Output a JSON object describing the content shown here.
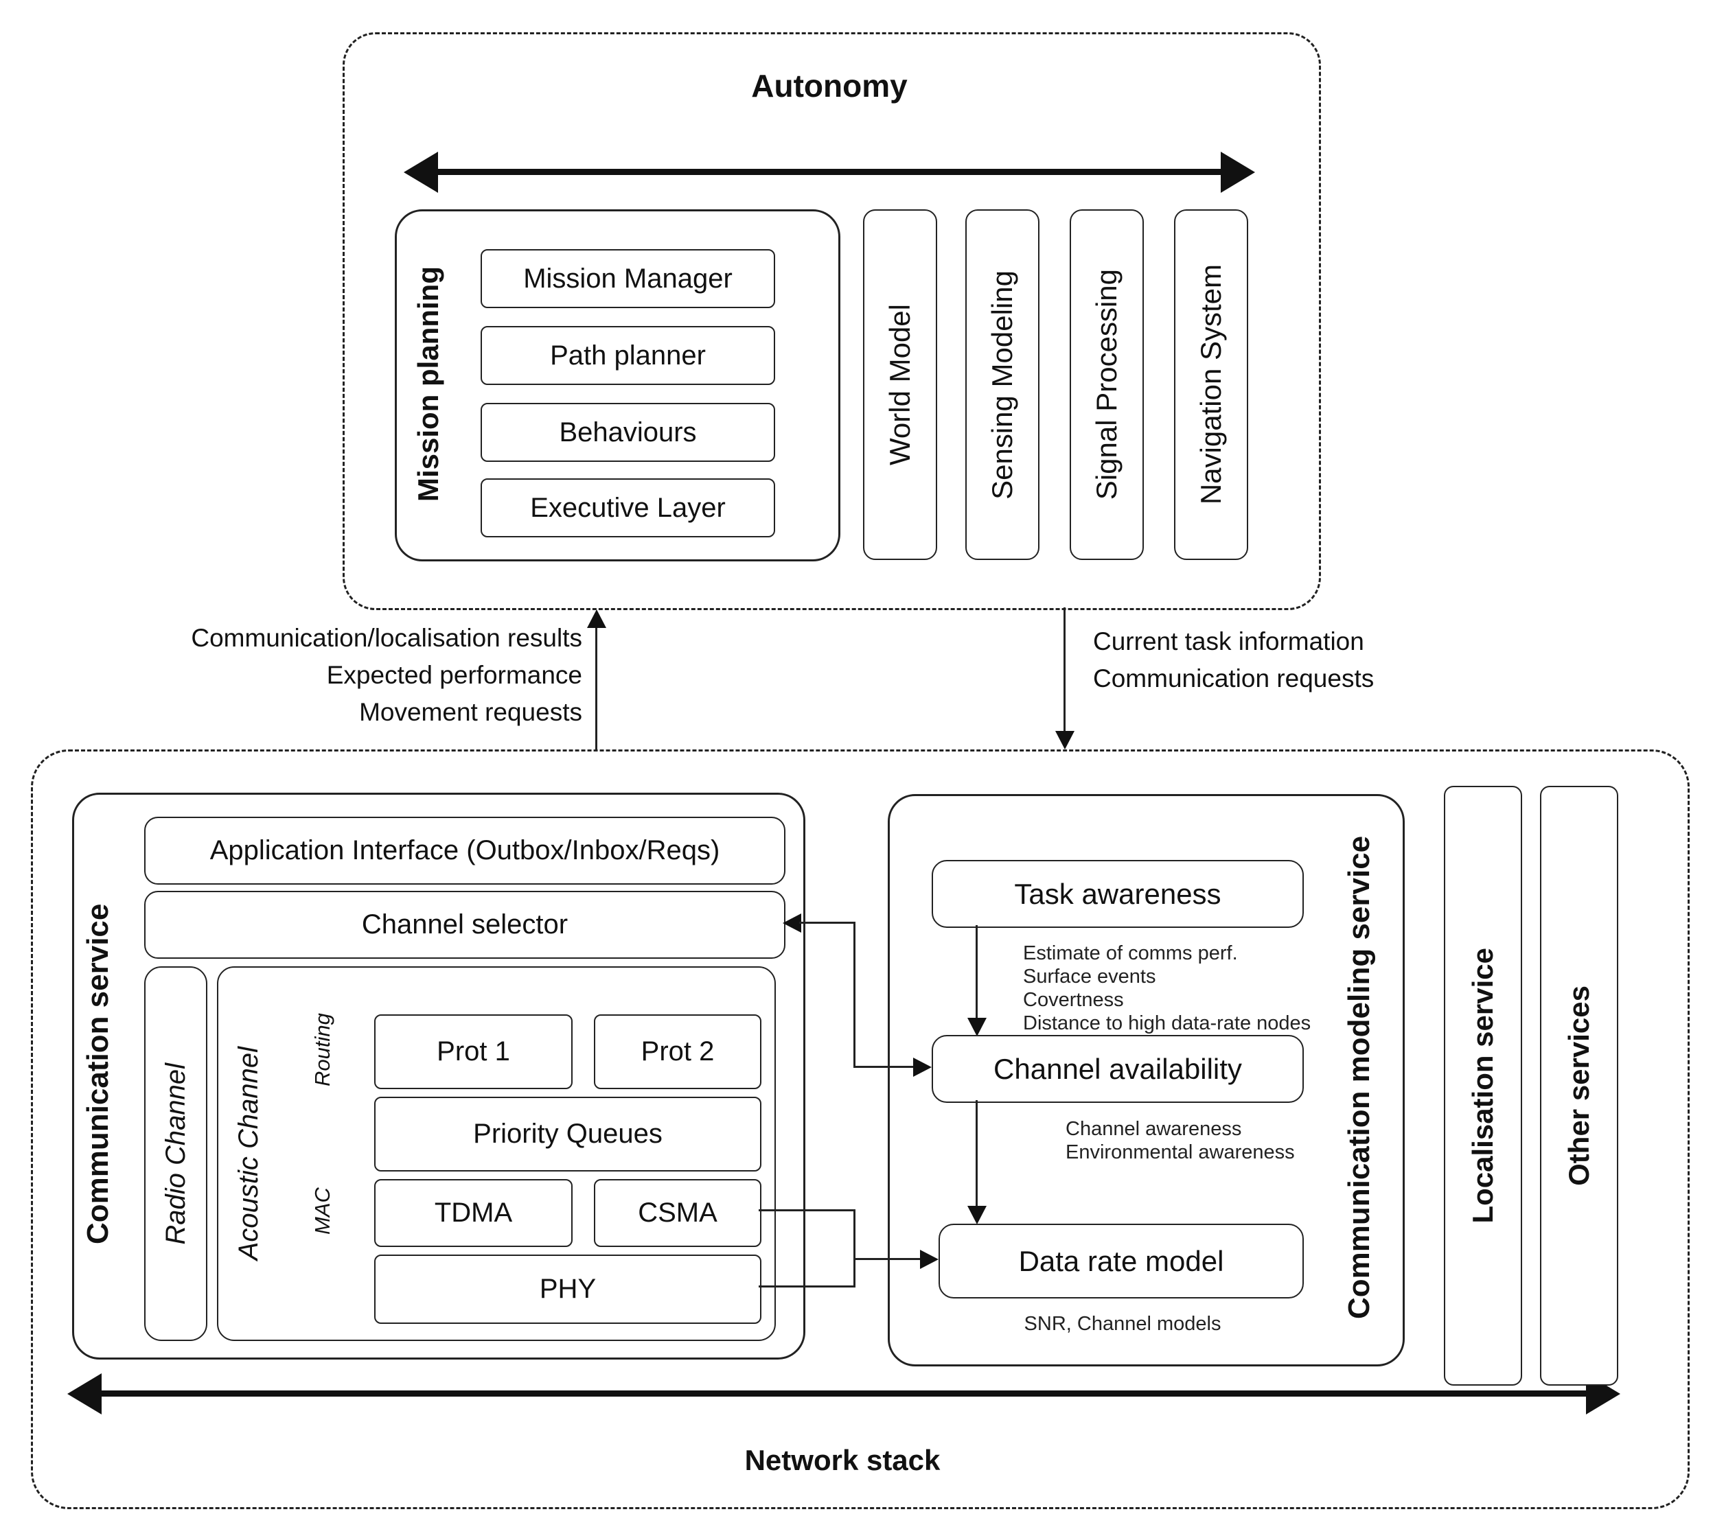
{
  "autonomy": {
    "title": "Autonomy",
    "mission_planning": {
      "label": "Mission planning",
      "boxes": [
        "Mission Manager",
        "Path planner",
        "Behaviours",
        "Executive Layer"
      ]
    },
    "modules": [
      "World Model",
      "Sensing Modeling",
      "Signal Processing",
      "Navigation System"
    ]
  },
  "flows": {
    "up_arrow_labels": [
      "Communication/localisation results",
      "Expected performance",
      "Movement requests"
    ],
    "down_arrow_labels": [
      "Current task information",
      "Communication requests"
    ]
  },
  "network_stack": {
    "title": "Network stack",
    "communication_service": {
      "label": "Communication service",
      "application_interface": "Application Interface (Outbox/Inbox/Reqs)",
      "channel_selector": "Channel selector",
      "radio_channel": "Radio Channel",
      "acoustic_channel": {
        "label": "Acoustic Channel",
        "routing_label": "Routing",
        "prot1": "Prot 1",
        "prot2": "Prot 2",
        "priority_queues": "Priority Queues",
        "mac_label": "MAC",
        "tdma": "TDMA",
        "csma": "CSMA",
        "phy": "PHY"
      }
    },
    "modeling_service": {
      "label": "Communication modeling service",
      "task_awareness": "Task awareness",
      "task_outputs": [
        "Estimate of comms perf.",
        "Surface events",
        "Covertness",
        "Distance to high data-rate nodes"
      ],
      "channel_availability": "Channel availability",
      "channel_outputs": [
        "Channel awareness",
        "Environmental awareness"
      ],
      "data_rate_model": "Data rate model",
      "data_rate_inputs": "SNR, Channel models"
    },
    "localisation_service": "Localisation service",
    "other_services": "Other services"
  },
  "colors": {
    "ink": "#111111",
    "background": "#ffffff"
  }
}
